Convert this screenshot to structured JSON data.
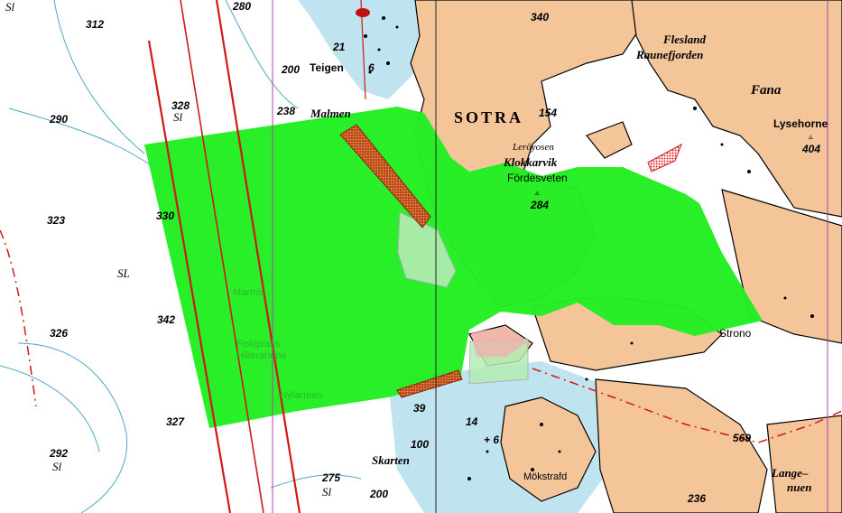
{
  "map": {
    "colors": {
      "land": "#f5c59a",
      "shallow_water": "#bfe3ef",
      "sea": "#ffffff",
      "survey_area": "#22ee22",
      "restricted_area": "#c04020",
      "route_line": "#d01818",
      "boundary_line": "#b040b0",
      "contour": "#4fa8c8"
    },
    "place_names": {
      "sotra": "SOTRA",
      "flesland": "Flesland",
      "raunefjorden": "Raunefjorden",
      "fana": "Fana",
      "lysehorne": "Lysehorne",
      "leroyosen": "Leröyosen",
      "klokkarvik": "Klokkarvik",
      "fordesveten": "Fördesveten",
      "teigen": "Teigen",
      "malmen": "Malmen",
      "skarten": "Skarten",
      "mokstrafd": "Mökstrafd",
      "strono": "Strono",
      "langenuen_1": "Lange–",
      "langenuen_2": "nuen"
    },
    "depths": {
      "d312": "312",
      "d290": "290",
      "d323": "323",
      "d326": "326",
      "d292": "292",
      "d328": "328",
      "d342": "342",
      "d327": "327",
      "d340": "340",
      "d154": "154",
      "d404": "404",
      "d284": "284",
      "d21": "21",
      "d200a": "200",
      "d6a": "6",
      "d238": "238",
      "d14": "14",
      "d6b": "+ 6",
      "d100": "100",
      "d39": "39",
      "d275": "275",
      "d200b": "200",
      "d569": "569",
      "d236": "236",
      "d280": "280",
      "d330": "330"
    },
    "bottom_codes": {
      "sl1": "Sl",
      "sl2": "Sl",
      "sl3": "SL",
      "sl4": "Sl",
      "sl5": "Sl"
    },
    "overlay_faint_text": {
      "t1": "Marmin",
      "t2": "Fiskiplass",
      "t3": "Hilleranene",
      "t4": "Nyfarleen"
    }
  }
}
